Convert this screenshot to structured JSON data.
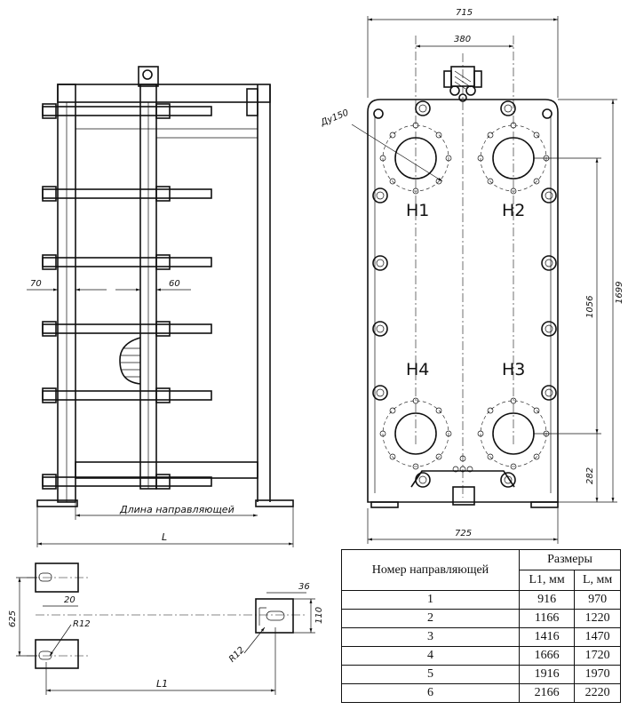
{
  "side_view": {
    "guide_spacing_top": "70",
    "guide_spacing_bottom": "60",
    "guide_length_label": "Длина направляющей",
    "overall_length_label": "L"
  },
  "front_view": {
    "width_top": "715",
    "port_spacing": "380",
    "nozzle_label": "Ду150",
    "height_total": "1699",
    "port_vertical": "1056",
    "base_height": "282",
    "width_bottom": "725",
    "ports": [
      "H1",
      "H2",
      "H4",
      "H3"
    ]
  },
  "foundation_plan": {
    "dim_625": "625",
    "dim_20": "20",
    "radius_left": "R12",
    "dim_36": "36",
    "dim_110": "110",
    "radius_right": "R12",
    "length_label": "L1"
  },
  "table": {
    "col1": "Номер направляющей",
    "col_group": "Размеры",
    "col2": "L1, мм",
    "col3": "L, мм",
    "rows": [
      [
        "1",
        "916",
        "970"
      ],
      [
        "2",
        "1166",
        "1220"
      ],
      [
        "3",
        "1416",
        "1470"
      ],
      [
        "4",
        "1666",
        "1720"
      ],
      [
        "5",
        "1916",
        "1970"
      ],
      [
        "6",
        "2166",
        "2220"
      ]
    ]
  }
}
